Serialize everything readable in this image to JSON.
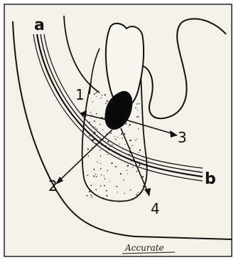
{
  "labels": {
    "a": "a",
    "b": "b",
    "n1": "1",
    "n2": "2",
    "n3": "3",
    "n4": "4",
    "caption": "Accurate"
  },
  "colors": {
    "paper": "#f4f1ea",
    "ink": "#111111",
    "lesion": "#0a0a0a"
  }
}
